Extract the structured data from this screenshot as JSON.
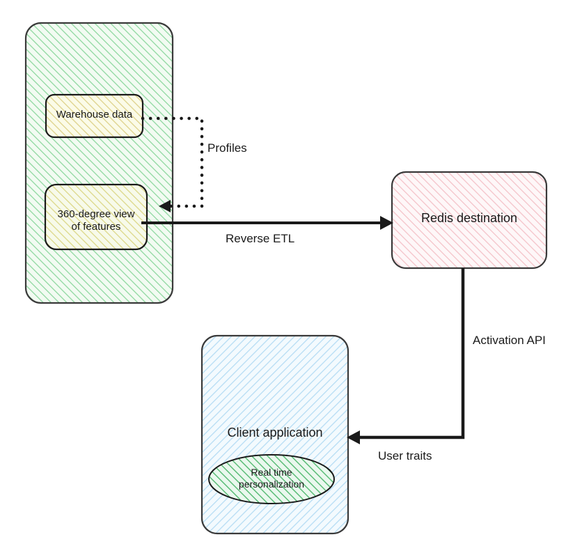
{
  "diagram": {
    "type": "flow-diagram",
    "background_color": "#ffffff",
    "nodes": [
      {
        "id": "warehouse-container",
        "label": "",
        "shape": "rounded-rect",
        "fill_color": "#e6f7e6",
        "hatch_color": "#7fd07f",
        "stroke_color": "#333333"
      },
      {
        "id": "warehouse-data",
        "label": "Warehouse data",
        "shape": "rounded-rect",
        "fill_color": "#f7f7d8",
        "hatch_color": "#d8c86a",
        "stroke_color": "#1a1a1a"
      },
      {
        "id": "360-view",
        "label": "360-degree view\nof features",
        "shape": "rounded-rect",
        "fill_color": "#f2f6d8",
        "hatch_color": "#d8d06a",
        "stroke_color": "#1a1a1a"
      },
      {
        "id": "redis-destination",
        "label": "Redis destination",
        "shape": "rounded-rect",
        "fill_color": "#fdeef0",
        "hatch_color": "#f0b9c0",
        "stroke_color": "#333333"
      },
      {
        "id": "client-application",
        "label": "Client application",
        "shape": "rounded-rect",
        "fill_color": "#e8f4fd",
        "hatch_color": "#a8d4f0",
        "stroke_color": "#333333"
      },
      {
        "id": "real-time-personalization",
        "label": "Real time\npersonalization",
        "shape": "ellipse",
        "fill_color": "#dff3e3",
        "hatch_color": "#4eb86a",
        "stroke_color": "#1a1a1a"
      }
    ],
    "edges": [
      {
        "id": "profiles-edge",
        "label": "Profiles",
        "from": "warehouse-data",
        "to": "360-view",
        "style": "dotted",
        "color": "#1a1a1a",
        "arrowhead": "left"
      },
      {
        "id": "reverse-etl-edge",
        "label": "Reverse ETL",
        "from": "360-view",
        "to": "redis-destination",
        "style": "solid",
        "color": "#1a1a1a",
        "arrowhead": "right"
      },
      {
        "id": "activation-api-edge",
        "label": "Activation API",
        "from": "redis-destination",
        "to": "client-application",
        "style": "solid",
        "color": "#1a1a1a",
        "arrowhead": "left"
      },
      {
        "id": "user-traits-edge",
        "label": "User traits",
        "from": "redis-destination",
        "to": "client-application",
        "style": "solid",
        "color": "#1a1a1a",
        "arrowhead": "left"
      }
    ]
  }
}
